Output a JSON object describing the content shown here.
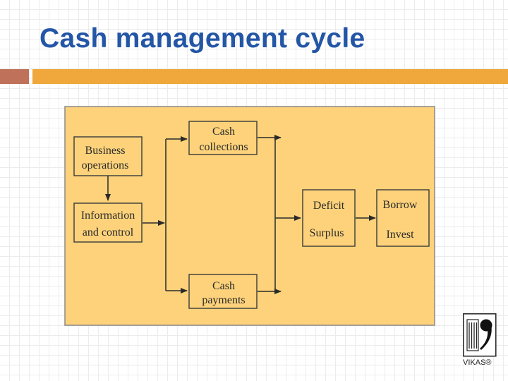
{
  "slide": {
    "title": "Cash management cycle"
  },
  "diagram": {
    "business_operations": [
      "Business",
      "operations"
    ],
    "information_control": [
      "Information",
      "and control"
    ],
    "cash_collections": [
      "Cash",
      "collections"
    ],
    "cash_payments": [
      "Cash",
      "payments"
    ],
    "deficit": "Deficit",
    "surplus": "Surplus",
    "borrow": "Borrow",
    "invest": "Invest"
  },
  "logo": {
    "text": "VIKAS®"
  },
  "colors": {
    "title": "#2456a6",
    "panel_fill": "#fdd27a",
    "accent_bar": "#f0a83c",
    "accent_bar_left": "#c0715a"
  }
}
